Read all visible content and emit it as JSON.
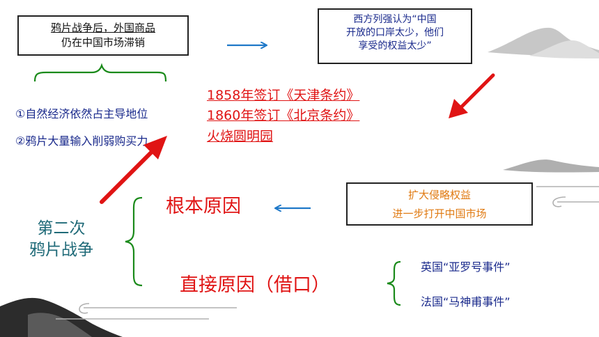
{
  "top_left_box": {
    "line1": "鸦片战争后，外国商品",
    "line2": "仍在中国市场滞销"
  },
  "top_right_box": {
    "line1": "西方列强认为“中国",
    "line2": "开放的口岸太少，他们",
    "line3": "享受的权益太少”"
  },
  "reasons": [
    "①自然经济依然占主导地位",
    "②鸦片大量输入削弱购买力"
  ],
  "treaties": [
    "1858年签订《天津条约》",
    "1860年签订《北京条约》",
    "火烧圆明园"
  ],
  "main_title": {
    "line1": "第二次",
    "line2": "鸦片战争"
  },
  "root_cause": "根本原因",
  "direct_cause": "直接原因（借口）",
  "mid_right_box": {
    "line1": "扩大侵略权益",
    "line2": "进一步打开中国市场"
  },
  "events": [
    "英国“亚罗号事件”",
    "法国“马神甫事件”"
  ],
  "colors": {
    "red": "#e01414",
    "blue_text": "#1a2a8c",
    "green_brace": "#1a8a1a",
    "orange_text": "#e07a12",
    "blue_arrow": "#1e78c8"
  }
}
